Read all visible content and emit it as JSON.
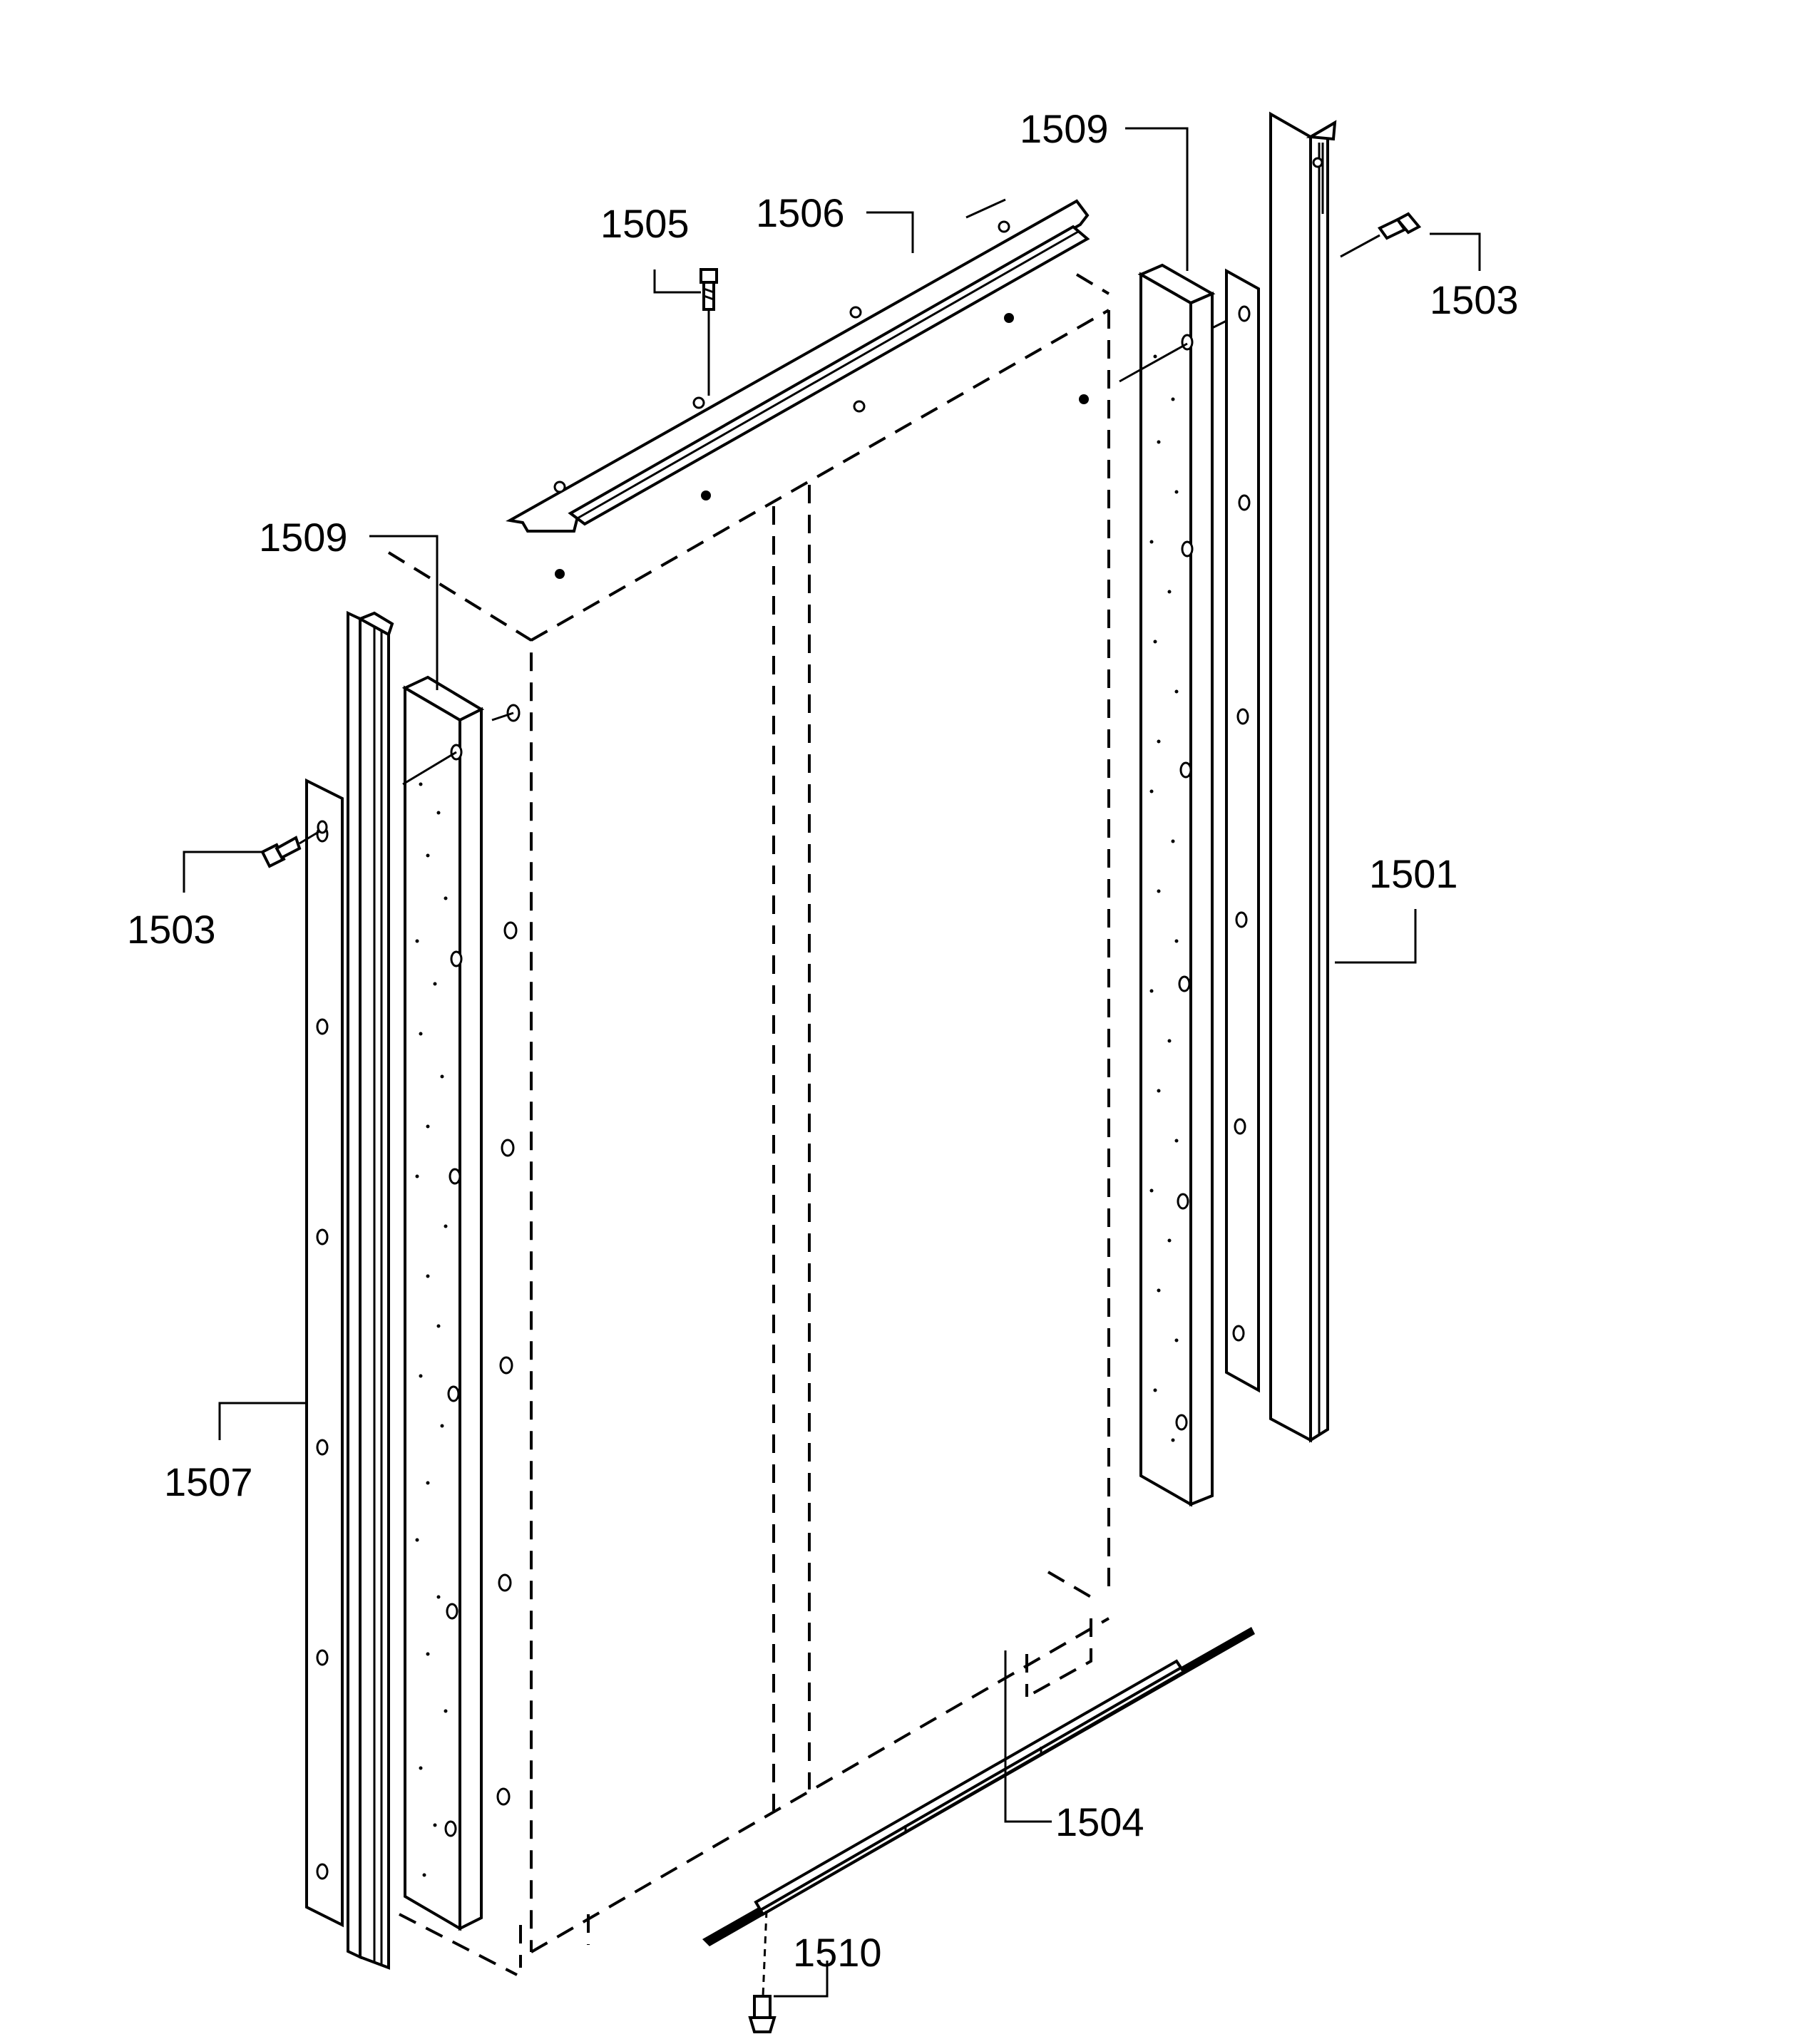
{
  "title": "",
  "parts": {
    "p1501": "1501",
    "p1503_right": "1503",
    "p1503_left": "1503",
    "p1504": "1504",
    "p1505": "1505",
    "p1506": "1506",
    "p1507": "1507",
    "p1509_left": "1509",
    "p1509_right": "1509",
    "p1510": "1510"
  },
  "colors": {
    "line": "#000000",
    "background": "#ffffff"
  }
}
